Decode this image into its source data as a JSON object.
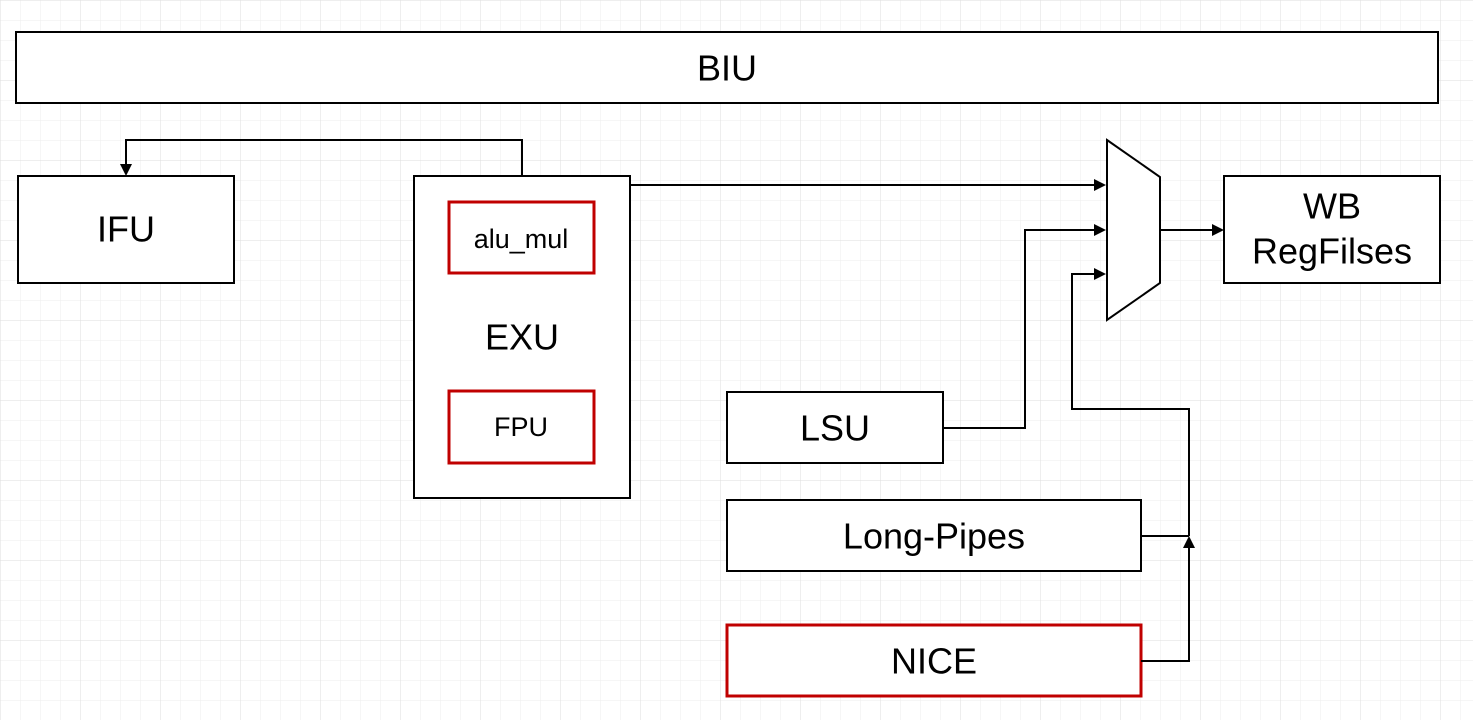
{
  "colors": {
    "background": "#ffffff",
    "grid_minor": "#eeeeee",
    "grid_major": "#dddddd",
    "stroke": "#000000",
    "highlight": "#c00000"
  },
  "blocks": {
    "biu": "BIU",
    "ifu": "IFU",
    "exu": "EXU",
    "alu_mul": "alu_mul",
    "fpu": "FPU",
    "lsu": "LSU",
    "long_pipes": "Long-Pipes",
    "nice": "NICE",
    "wb": {
      "line1": "WB",
      "line2": "RegFilses"
    }
  },
  "mux_icon": "mux-trapezoid"
}
